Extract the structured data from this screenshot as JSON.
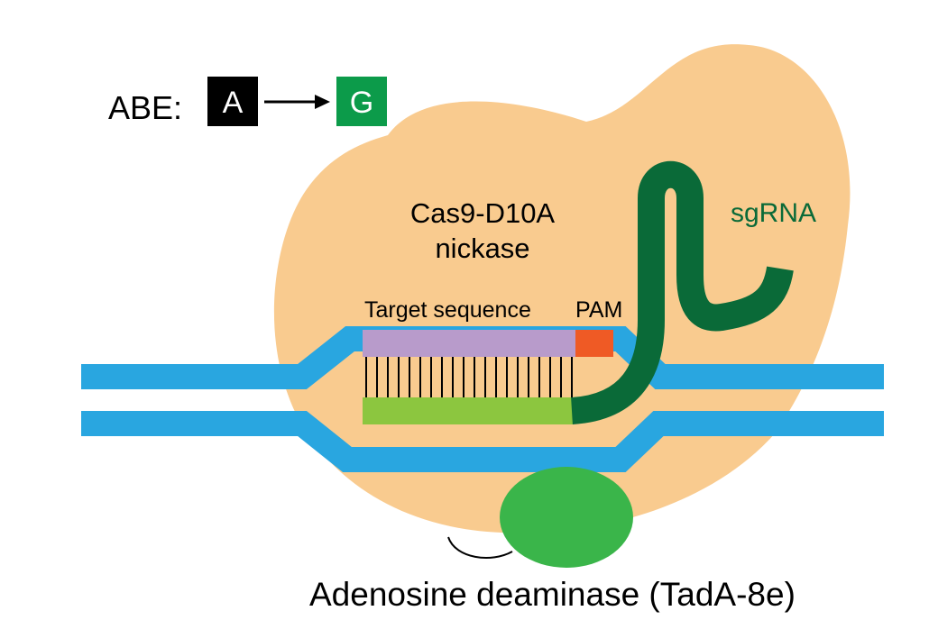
{
  "legend": {
    "prefix": "ABE:",
    "from_base": "A",
    "to_base": "G"
  },
  "labels": {
    "enzyme_line1": "Cas9-D10A",
    "enzyme_line2": "nickase",
    "guide": "sgRNA",
    "target": "Target sequence",
    "pam": "PAM",
    "deaminase": "Adenosine deaminase (TadA-8e)"
  },
  "colors": {
    "cas9_body": "#f9cb8f",
    "dna_strand": "#29a6e0",
    "target_strand": "#b89bcb",
    "pam": "#ef5a25",
    "complement_strand": "#8cc63f",
    "sgrna": "#0a6a38",
    "deaminase": "#3ab54a",
    "base_a_box": "#000000",
    "base_g_box": "#0c9b4a",
    "text": "#000000",
    "sgrna_text": "#0a6a38"
  }
}
